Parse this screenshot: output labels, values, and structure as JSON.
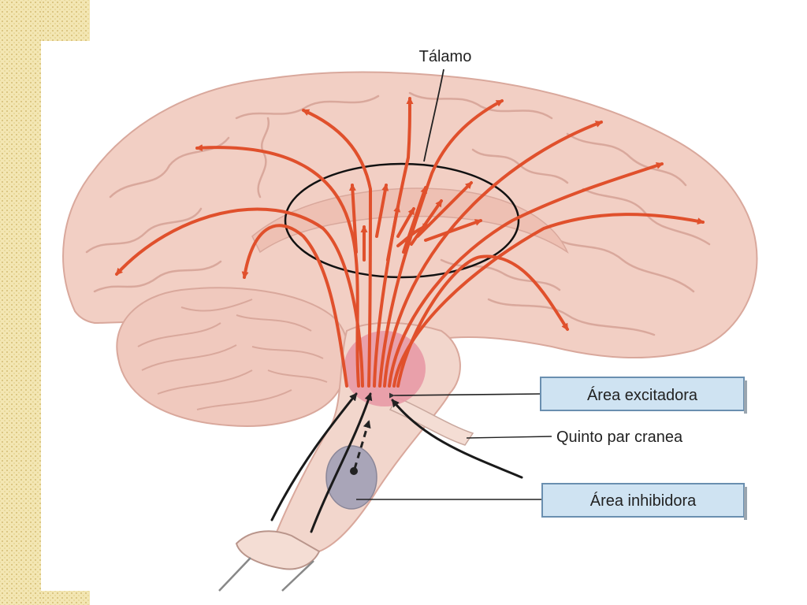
{
  "labels": {
    "thalamus": "Tálamo",
    "excitatory_area": "Área excitadora",
    "fifth_cranial_nerve": "Quinto par cranea",
    "inhibitory_area": "Área inhibidora"
  },
  "colors": {
    "brain_fill": "#f2cfc4",
    "brain_outline": "#d9a89c",
    "arrow_red": "#e0502c",
    "excitatory_fill": "#e89aa6",
    "inhibitory_fill": "#a9a5b8",
    "label_box_fill": "#cfe3f2",
    "label_box_border": "#6a8fb0",
    "texture": "#f3e6b3"
  }
}
